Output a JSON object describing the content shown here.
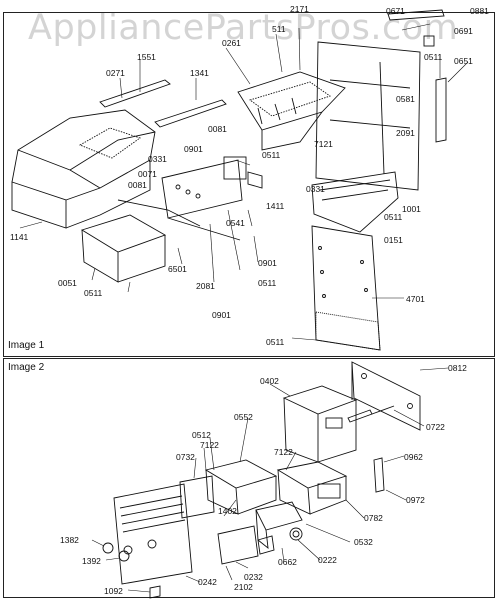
{
  "watermark": "AppliancePartsPros.com",
  "panels": [
    {
      "title": "Image 1"
    },
    {
      "title": "Image 2"
    }
  ],
  "parts_image1": [
    "0671",
    "0881",
    "2171",
    "0691",
    "0261",
    "511",
    "0511",
    "0651",
    "1551",
    "1341",
    "0271",
    "0581",
    "2091",
    "0081",
    "0901",
    "0331",
    "0511",
    "7121",
    "0071",
    "0081",
    "0331",
    "1411",
    "1001",
    "0511",
    "0151",
    "0541",
    "1141",
    "0901",
    "6501",
    "2081",
    "0511",
    "0051",
    "0511",
    "0901",
    "4701",
    "0511"
  ],
  "parts_image2": [
    "0812",
    "0402",
    "0722",
    "0552",
    "0512",
    "7122",
    "7122",
    "0732",
    "0962",
    "0972",
    "0782",
    "1402",
    "0532",
    "0222",
    "0662",
    "1382",
    "1392",
    "0232",
    "0242",
    "2102",
    "1092"
  ]
}
